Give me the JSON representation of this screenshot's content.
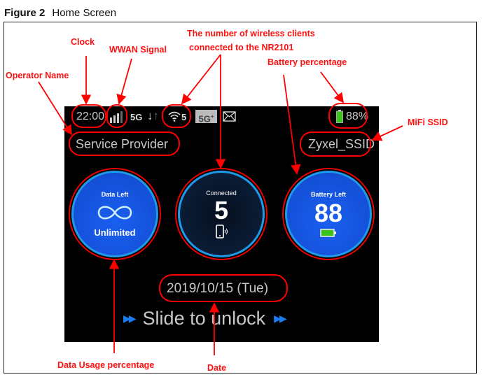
{
  "caption": {
    "figure": "Figure 2",
    "title": "Home Screen"
  },
  "status_bar": {
    "clock": "22:00",
    "network": "5G",
    "wifi_clients": "5",
    "badge": "5G",
    "badge_sup": "+",
    "battery": "88%"
  },
  "operator": "Service Provider",
  "ssid": "Zyxel_SSID",
  "widgets": {
    "data": {
      "title": "Data Left",
      "value": "Unlimited"
    },
    "connected": {
      "title": "Connected",
      "value": "5"
    },
    "battery": {
      "title": "Battery Left",
      "value": "88"
    }
  },
  "date": "2019/10/15 (Tue)",
  "unlock": "Slide to unlock",
  "annotations": {
    "clock": "Clock",
    "wwan": "WWAN Signal",
    "clients_1": "The number of wireless clients",
    "clients_2": "connected to the NR2101",
    "battery": "Battery percentage",
    "operator": "Operator Name",
    "ssid": "MiFi SSID",
    "data_usage": "Data Usage percentage",
    "date": "Date"
  },
  "colors": {
    "annotation": "#ff1010",
    "ring": "#1e9be8",
    "screen": "#000000",
    "accent_blue": "#1450d8",
    "battery_green": "#3cc21a"
  }
}
